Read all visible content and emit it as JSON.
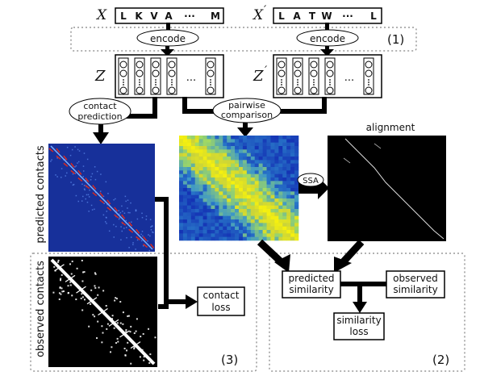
{
  "inputs": {
    "x_label": "X",
    "x_prime_label": "X",
    "x_prime_mark": "′",
    "seq_x": [
      "L",
      "K",
      "V",
      "A",
      "···",
      "M"
    ],
    "seq_x_prime": [
      "L",
      "A",
      "T",
      "W",
      "···",
      "L"
    ]
  },
  "encode_label": "encode",
  "step_labels": {
    "one": "(1)",
    "two": "(2)",
    "three": "(3)"
  },
  "embeddings": {
    "z_label": "Z",
    "z_prime_label": "Z",
    "z_prime_mark": "′",
    "dots": "···"
  },
  "contact_prediction": {
    "line1": "contact",
    "line2": "prediction"
  },
  "pairwise_comparison": {
    "line1": "pairwise",
    "line2": "comparison"
  },
  "alignment_label": "alignment",
  "ssa_label": "SSA",
  "predicted_contacts_label": "predicted contacts",
  "observed_contacts_label": "observed contacts",
  "contact_loss": {
    "line1": "contact",
    "line2": "loss"
  },
  "predicted_similarity": {
    "line1": "predicted",
    "line2": "similarity"
  },
  "observed_similarity": {
    "line1": "observed",
    "line2": "similarity"
  },
  "similarity_loss": {
    "line1": "similarity",
    "line2": "loss"
  },
  "colors": {
    "contact_map_bg": "#17309a",
    "contact_pred_mark": "#d82a20",
    "similarity_low": "#1238b8",
    "similarity_high": "#f0e020",
    "arrow": "#000000"
  }
}
